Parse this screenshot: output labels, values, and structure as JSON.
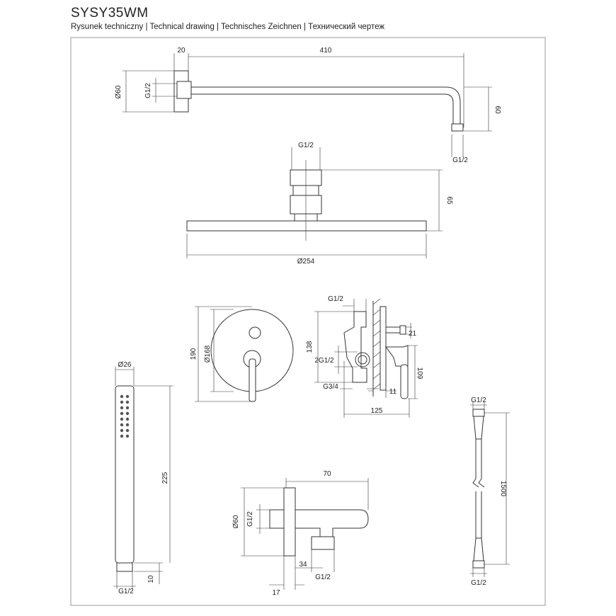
{
  "header": {
    "title": "SYSY35WM",
    "subtitle": "Rysunek techniczny | Technical drawing | Technisches Zeichnen | Технический чертеж"
  },
  "shower_arm": {
    "d_depth": "20",
    "d_length": "410",
    "d_plate": "Ø60",
    "d_thread": "G1/2",
    "d_drop": "60",
    "d_outlet": "G1/2"
  },
  "head_shower": {
    "d_thread": "G1/2",
    "d_height": "65",
    "d_diameter": "Ø254"
  },
  "cover_plate": {
    "d_height": "190",
    "d_diameter": "Ø168"
  },
  "valve": {
    "d_top": "G1/2",
    "d_height": "138",
    "d_spout": "21",
    "d_outlets": "2G1/2",
    "d_handle": "109",
    "d_inlet": "G3/4",
    "d_gap": "11",
    "d_depth": "125"
  },
  "hand_shower": {
    "d_diameter": "Ø26",
    "d_length": "225",
    "d_end": "10",
    "d_thread": "G1/2"
  },
  "wall_outlet": {
    "d_length": "70",
    "d_plate": "Ø60",
    "d_thread": "G1/2",
    "d_offset": "34",
    "d_depth": "17",
    "d_outlet": "G1/2"
  },
  "hose": {
    "d_top": "G1/2",
    "d_length": "1500",
    "d_bottom": "G1/2"
  }
}
